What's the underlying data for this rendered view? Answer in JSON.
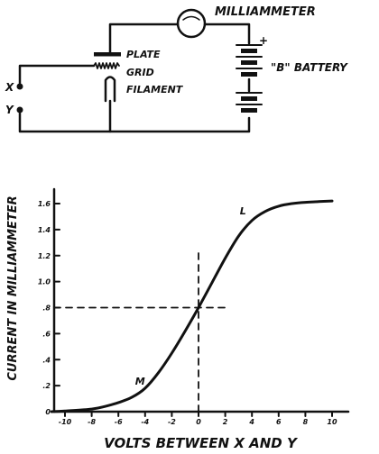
{
  "circuit": {
    "meter_label": "MILLIAMMETER",
    "plate_label": "PLATE",
    "grid_label": "GRID",
    "filament_label": "FILAMENT",
    "battery_label": "\"B\" BATTERY",
    "plus_sign": "+",
    "x_label": "X",
    "y_label": "Y"
  },
  "chart_data": {
    "type": "line",
    "xlabel": "VOLTS BETWEEN X AND Y",
    "ylabel": "CURRENT IN MILLIAMMETER",
    "xlim": [
      -10,
      10
    ],
    "ylim": [
      0,
      1.6
    ],
    "x_ticks": [
      "-10",
      "-8",
      "-6",
      "-4",
      "-2",
      "0",
      "2",
      "4",
      "6",
      "8",
      "10"
    ],
    "x_tick_values": [
      -10,
      -8,
      -6,
      -4,
      -2,
      0,
      2,
      4,
      6,
      8,
      10
    ],
    "y_ticks": [
      "0",
      ".2",
      ".4",
      ".6",
      ".8",
      "1.0",
      "1.2",
      "1.4",
      "1.6"
    ],
    "y_tick_values": [
      0,
      0.2,
      0.4,
      0.6,
      0.8,
      1.0,
      1.2,
      1.4,
      1.6
    ],
    "series": [
      {
        "x": [
          -11,
          -10,
          -8,
          -7,
          -6,
          -5,
          -4,
          -3,
          -2,
          -1,
          0,
          1,
          2,
          3,
          4,
          5,
          6,
          7,
          8,
          9,
          10
        ],
        "y": [
          0,
          0.005,
          0.02,
          0.04,
          0.07,
          0.11,
          0.18,
          0.3,
          0.45,
          0.62,
          0.8,
          0.99,
          1.18,
          1.35,
          1.47,
          1.54,
          1.58,
          1.6,
          1.61,
          1.615,
          1.62
        ]
      }
    ],
    "annotations": [
      {
        "text": "M",
        "x": -3.9,
        "y": 0.18
      },
      {
        "text": "L",
        "x": 3.6,
        "y": 1.49
      }
    ],
    "guides": {
      "x": 0,
      "y": 0.8
    }
  }
}
